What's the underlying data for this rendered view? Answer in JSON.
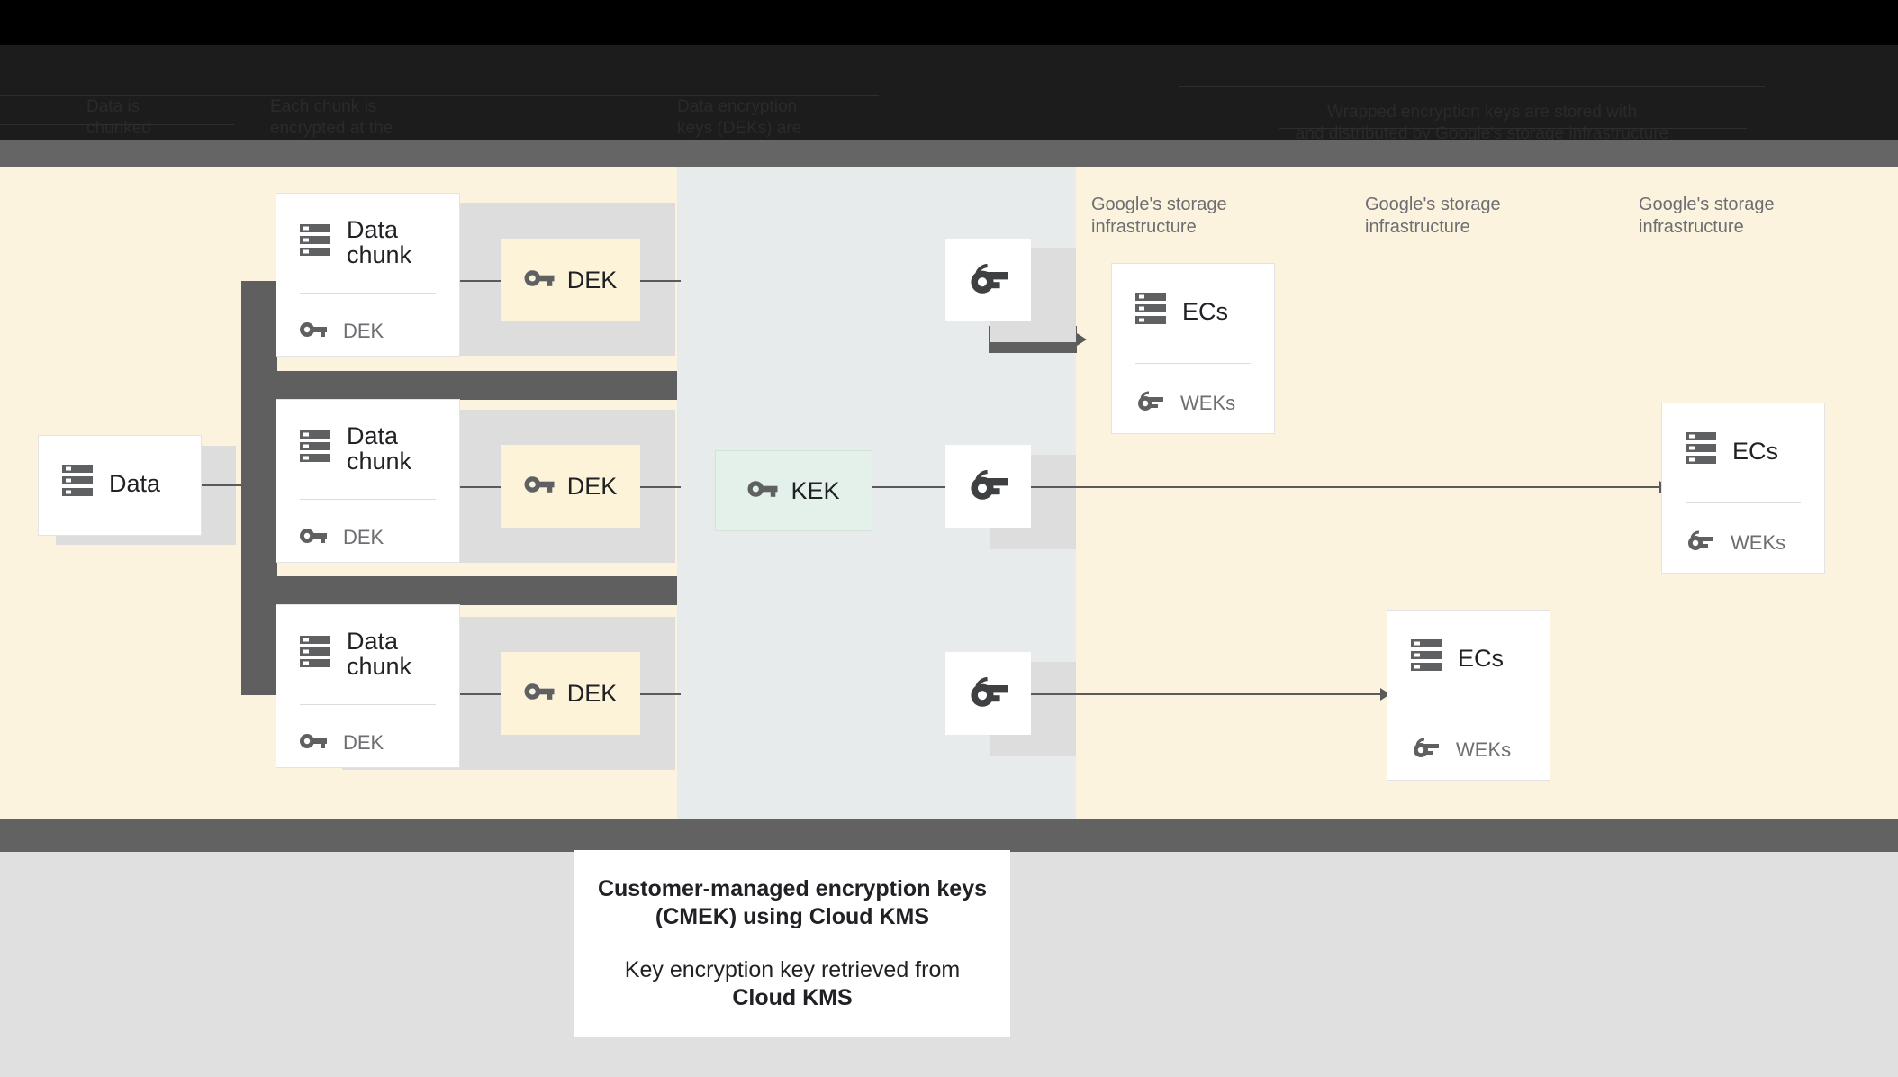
{
  "header": {
    "col1": "Data is\nchunked\nfor storage",
    "col2": "Each chunk is\nencrypted at the\nstorage level",
    "col3": "Data encryption\nkeys (DEKs) are\nwrapped by a KEK",
    "col4": "Wrapped encryption keys are stored with\nand distributed by Google's storage infrastructure"
  },
  "diagram": {
    "data_box": {
      "label": "Data",
      "icon": "database-icon"
    },
    "chunks": [
      {
        "title": "Data chunk",
        "key_label": "DEK",
        "title_icon": "database-icon",
        "key_icon": "key-icon"
      },
      {
        "title": "Data chunk",
        "key_label": "DEK",
        "title_icon": "database-icon",
        "key_icon": "key-icon"
      },
      {
        "title": "Data chunk",
        "key_label": "DEK",
        "title_icon": "database-icon",
        "key_icon": "key-icon"
      }
    ],
    "deks": [
      {
        "label": "DEK",
        "icon": "key-icon"
      },
      {
        "label": "DEK",
        "icon": "key-icon"
      },
      {
        "label": "DEK",
        "icon": "key-icon"
      }
    ],
    "kek": {
      "label": "KEK",
      "icon": "key-icon"
    },
    "wrapped_keys": [
      {
        "icon": "key-icon"
      },
      {
        "icon": "key-icon"
      },
      {
        "icon": "key-icon"
      }
    ],
    "storage_labels": [
      "Google's storage\ninfrastructure",
      "Google's storage\ninfrastructure",
      "Google's storage\ninfrastructure"
    ],
    "ec_cards": [
      {
        "title": "ECs",
        "key_label": "WEKs",
        "title_icon": "database-icon",
        "key_icon": "key-icon"
      },
      {
        "title": "ECs",
        "key_label": "WEKs",
        "title_icon": "database-icon",
        "key_icon": "key-icon"
      },
      {
        "title": "ECs",
        "key_label": "WEKs",
        "title_icon": "database-icon",
        "key_icon": "key-icon"
      }
    ]
  },
  "caption": {
    "line1": "Customer-managed encryption keys",
    "line2": "(CMEK) using Cloud KMS",
    "line3": "Key encryption key retrieved from",
    "line4": "Cloud KMS"
  },
  "colors": {
    "cream": "#fbf3dd",
    "blue_gray": "#e7ebec",
    "mint": "#e4f1ea",
    "pale_yellow": "#fdf3d9",
    "dark_bar": "#5f5f5f",
    "icon_gray": "#5f6062",
    "footer_gray": "#e0e0e0"
  }
}
